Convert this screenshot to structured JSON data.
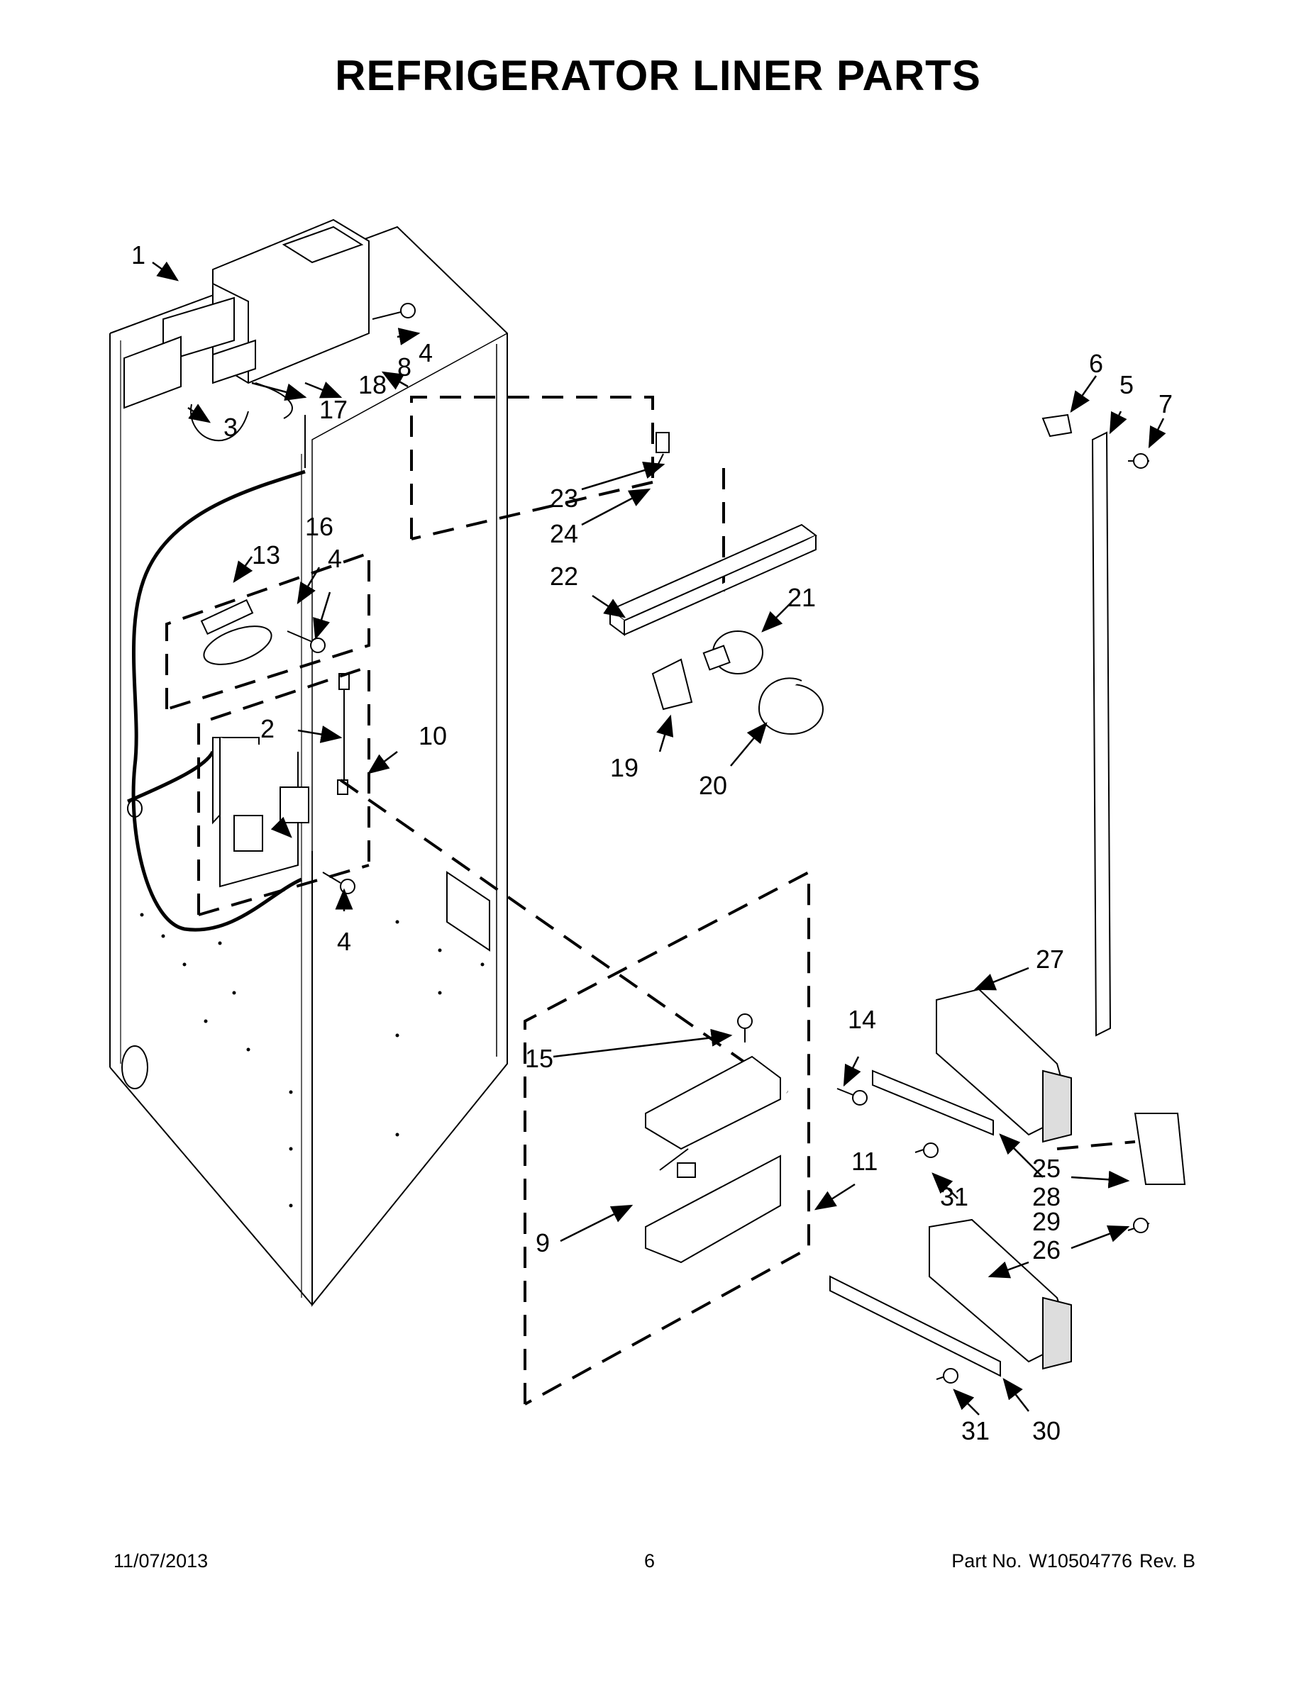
{
  "title": "REFRIGERATOR LINER PARTS",
  "footer": {
    "date": "11/07/2013",
    "page": "6",
    "part_prefix": "Part No.",
    "part_number": "W10504776",
    "revision": "Rev. B"
  },
  "callouts": [
    "1",
    "2",
    "3",
    "4",
    "4",
    "4",
    "5",
    "6",
    "7",
    "8",
    "9",
    "10",
    "11",
    "13",
    "14",
    "15",
    "16",
    "17",
    "18",
    "19",
    "20",
    "21",
    "22",
    "23",
    "24",
    "25",
    "26",
    "27",
    "28",
    "29",
    "30",
    "31",
    "31"
  ]
}
